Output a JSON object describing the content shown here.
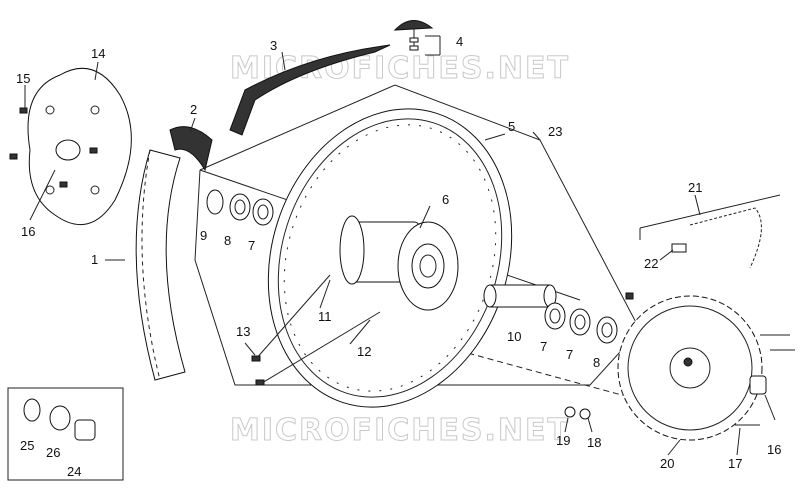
{
  "watermark": "MICROFICHES.NET",
  "callouts": [
    {
      "id": "1",
      "label": "1"
    },
    {
      "id": "2",
      "label": "2"
    },
    {
      "id": "3",
      "label": "3"
    },
    {
      "id": "4",
      "label": "4"
    },
    {
      "id": "5",
      "label": "5"
    },
    {
      "id": "6",
      "label": "6"
    },
    {
      "id": "7a",
      "label": "7"
    },
    {
      "id": "7b",
      "label": "7"
    },
    {
      "id": "7c",
      "label": "7"
    },
    {
      "id": "8a",
      "label": "8"
    },
    {
      "id": "8b",
      "label": "8"
    },
    {
      "id": "9",
      "label": "9"
    },
    {
      "id": "10",
      "label": "10"
    },
    {
      "id": "11",
      "label": "11"
    },
    {
      "id": "12",
      "label": "12"
    },
    {
      "id": "13",
      "label": "13"
    },
    {
      "id": "14",
      "label": "14"
    },
    {
      "id": "15",
      "label": "15"
    },
    {
      "id": "16a",
      "label": "16"
    },
    {
      "id": "16b",
      "label": "16"
    },
    {
      "id": "17",
      "label": "17"
    },
    {
      "id": "18",
      "label": "18"
    },
    {
      "id": "19",
      "label": "19"
    },
    {
      "id": "20",
      "label": "20"
    },
    {
      "id": "21",
      "label": "21"
    },
    {
      "id": "22",
      "label": "22"
    },
    {
      "id": "23",
      "label": "23"
    },
    {
      "id": "24",
      "label": "24"
    },
    {
      "id": "25",
      "label": "25"
    },
    {
      "id": "26",
      "label": "26"
    }
  ]
}
